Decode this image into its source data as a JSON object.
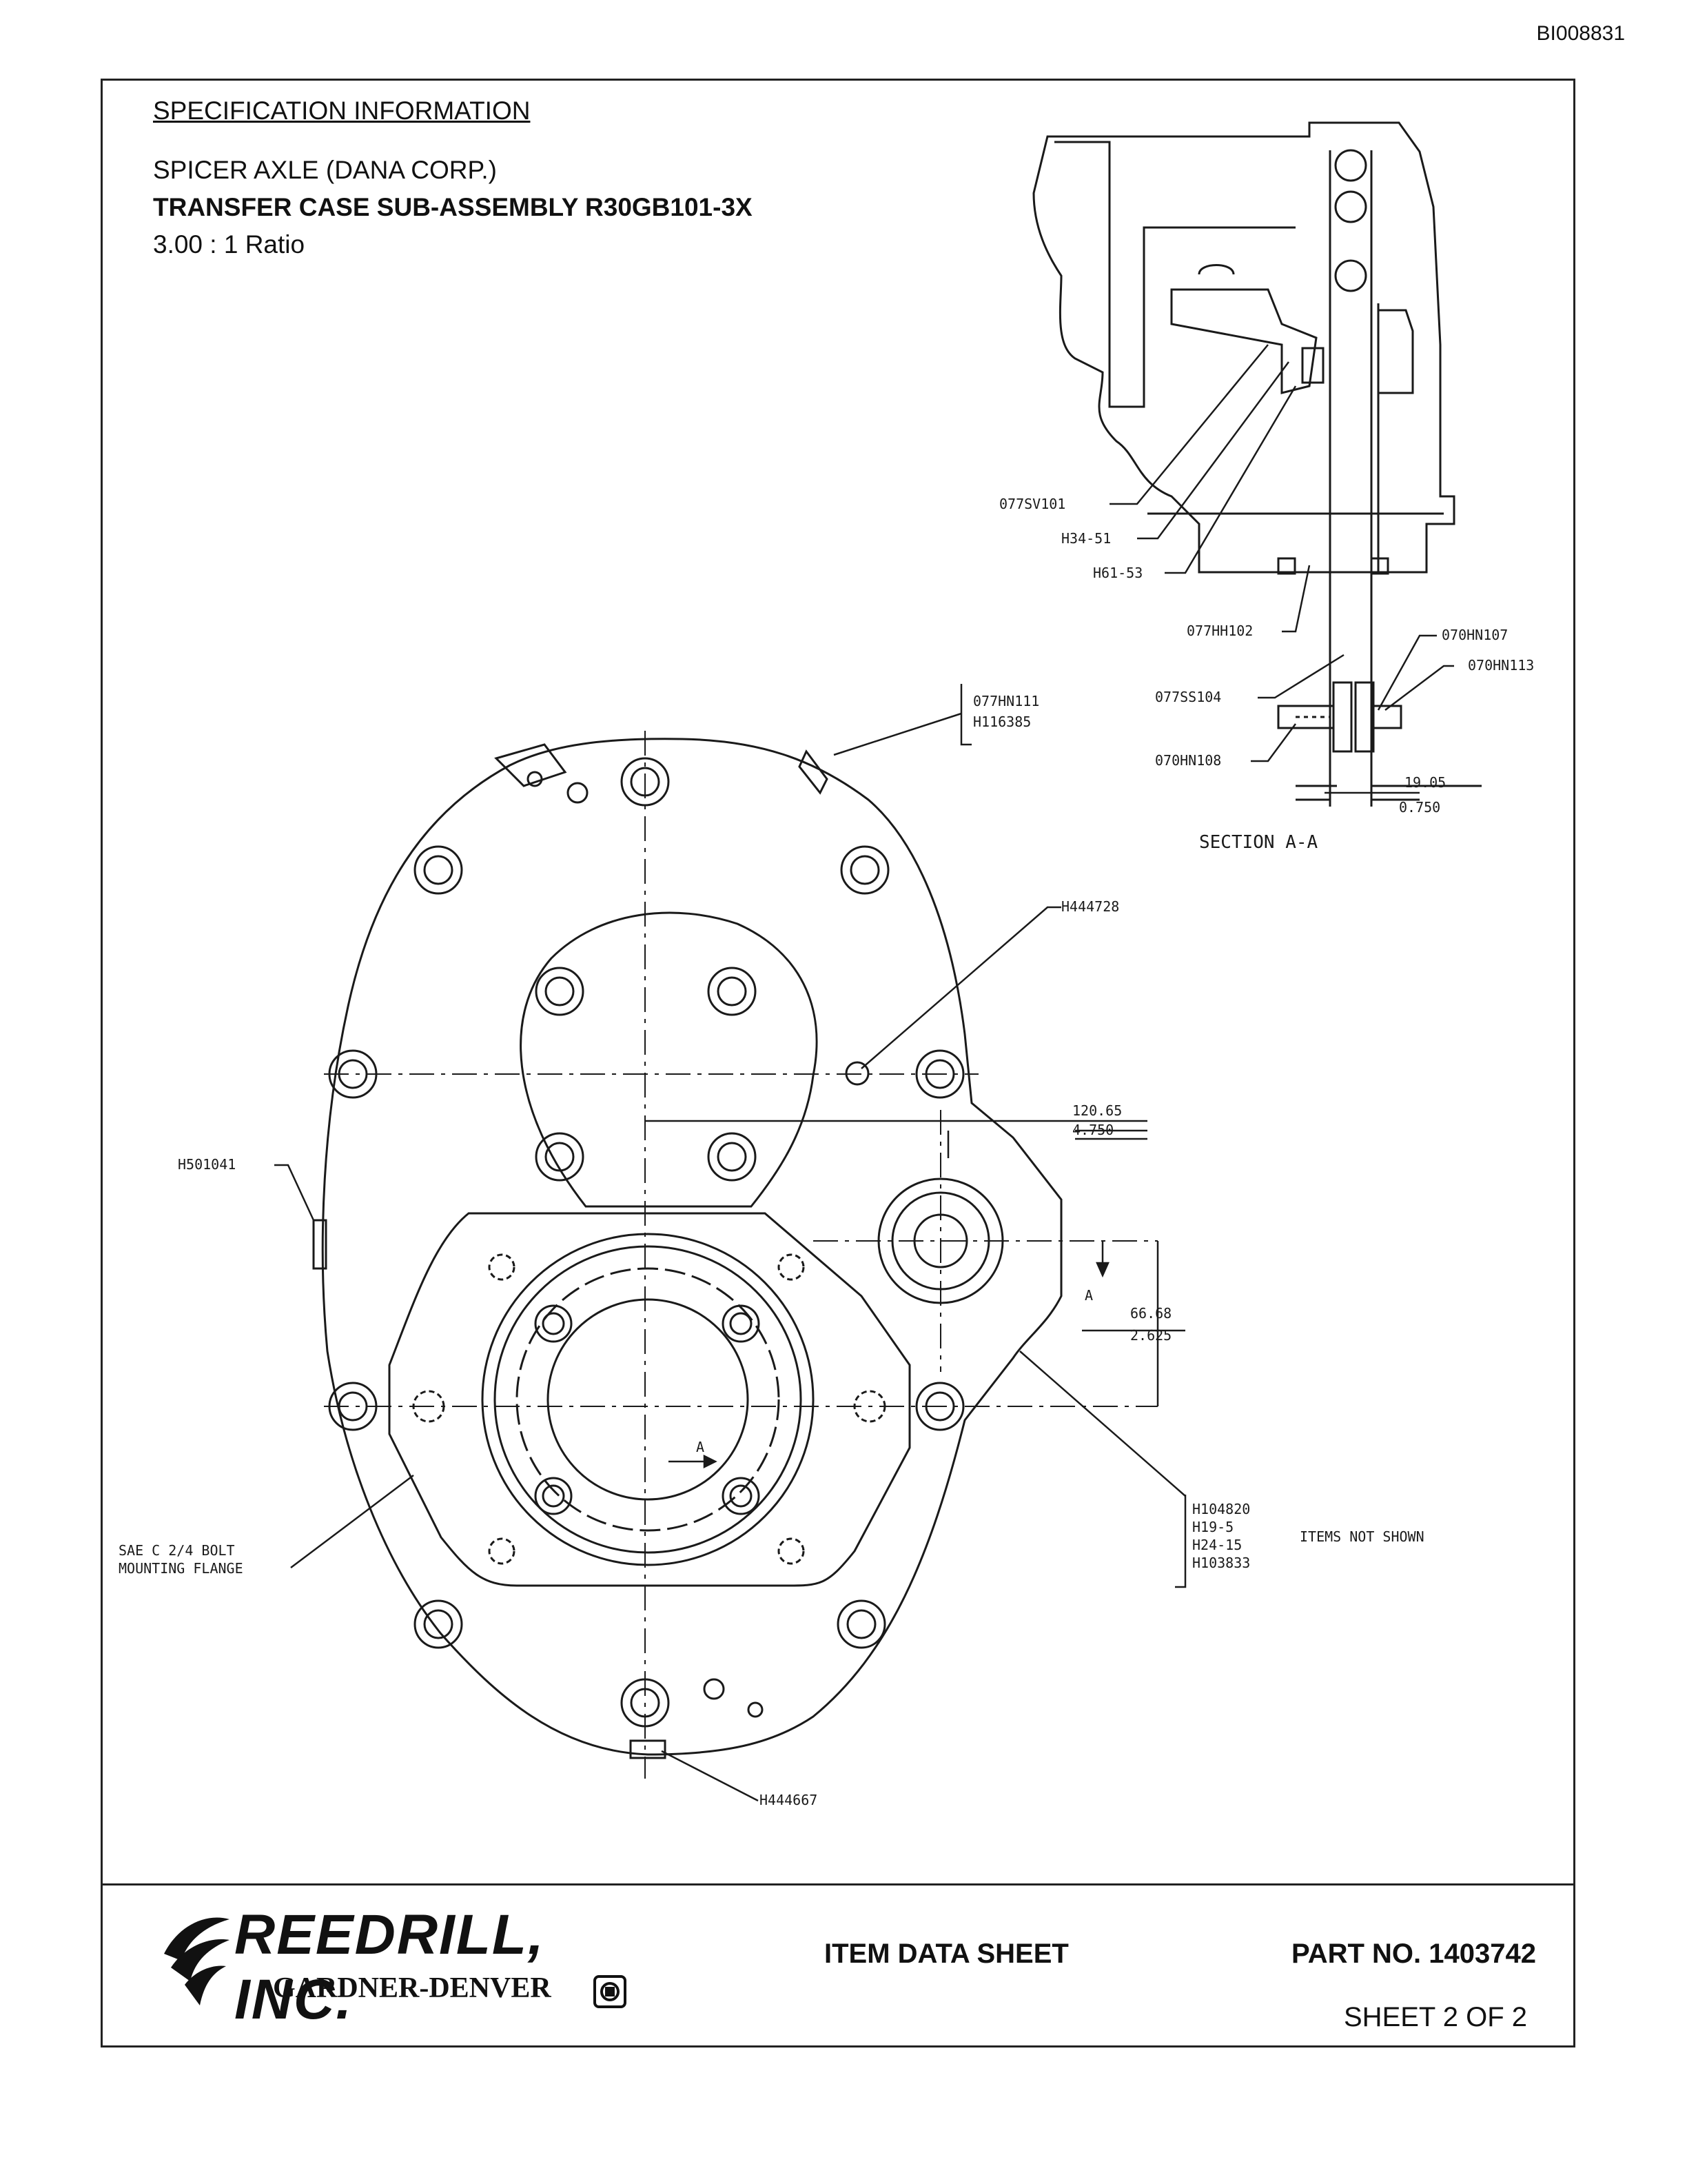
{
  "doc_id": "BI008831",
  "spec": {
    "heading": "SPECIFICATION INFORMATION",
    "line1": "SPICER AXLE (DANA CORP.)",
    "line2": "TRANSFER CASE SUB-ASSEMBLY R30GB101-3X",
    "line3": "3.00 : 1 Ratio"
  },
  "callouts": {
    "c1": "077SV101",
    "c2": "H34-51",
    "c3": "H61-53",
    "c4": "077HH102",
    "c5": "070HN107",
    "c6": "070HN113",
    "c7": "077SS104",
    "c8": "070HN108",
    "c9": "077HN111",
    "c10": "H116385",
    "c11": "H444728",
    "c12": "H501041",
    "c13": "H104820",
    "c14": "H19-5",
    "c15": "H24-15",
    "c16": "H103833",
    "c17": "H444667",
    "c18": "SAE C 2/4 BOLT",
    "c19": "MOUNTING FLANGE",
    "c20": "ITEMS NOT SHOWN"
  },
  "dims": {
    "d1_mm": "19.05",
    "d1_in": "0.750",
    "d2_mm": "120.65",
    "d2_in": "4.750",
    "d3_mm": "66.68",
    "d3_in": "2.625",
    "section_label": "SECTION A-A",
    "arrow_a1": "A",
    "arrow_a2": "A"
  },
  "footer": {
    "logo_word": "REEDRILL, INC.",
    "logo_sub": "GARDNER-DENVER",
    "title": "ITEM DATA SHEET",
    "part_no": "PART NO. 1403742",
    "sheet": "SHEET 2 OF 2"
  }
}
